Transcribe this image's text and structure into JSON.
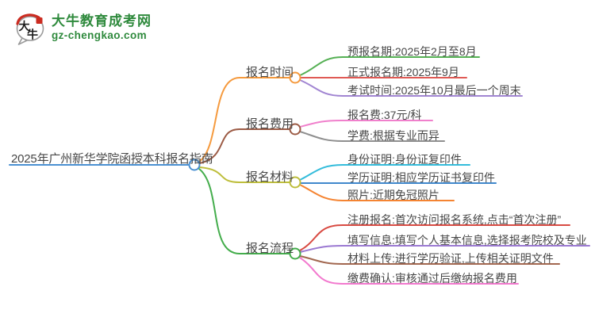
{
  "brand": {
    "title": "大牛教育成考网",
    "domain": "gz-chengkao.com",
    "logo_char1": "大",
    "logo_char2": "牛",
    "green": "#2F8A3D",
    "seal_red": "#CB2B20"
  },
  "mindmap": {
    "root": {
      "label": "2025年广州新华学院函授本科报名指南",
      "color": "#4A90D2"
    },
    "branches": [
      {
        "label": "报名时间",
        "color": "#F59A3E",
        "children": [
          {
            "label": "预报名期:2025年2月至8月",
            "color": "#55B054"
          },
          {
            "label": "正式报名期:2025年9月",
            "color": "#E05A55"
          },
          {
            "label": "考试时间:2025年10月最后一个周末",
            "color": "#A185D2"
          }
        ]
      },
      {
        "label": "报名费用",
        "color": "#9C5B45",
        "children": [
          {
            "label": "报名费:37元/科",
            "color": "#F080CC"
          },
          {
            "label": "学费:根据专业而异",
            "color": "#8F8F8F"
          }
        ]
      },
      {
        "label": "报名材料",
        "color": "#BEBE3C",
        "children": [
          {
            "label": "身份证明:身份证复印件",
            "color": "#33BCDB"
          },
          {
            "label": "学历证明:相应学历证书复印件",
            "color": "#4088CC"
          },
          {
            "label": "照片:近期免冠照片",
            "color": "#F58432"
          }
        ]
      },
      {
        "label": "报名流程",
        "color": "#44AD4C",
        "children": [
          {
            "label": "注册报名:首次访问报名系统,点击“首次注册”",
            "color": "#D84A42"
          },
          {
            "label": "填写信息:填写个人基本信息,选择报考院校及专业",
            "color": "#9B79D2"
          },
          {
            "label": "材料上传:进行学历验证,上传相关证明文件",
            "color": "#A2674F"
          },
          {
            "label": "缴费确认:审核通过后缴纳报名费用",
            "color": "#F279CE"
          }
        ]
      }
    ]
  }
}
